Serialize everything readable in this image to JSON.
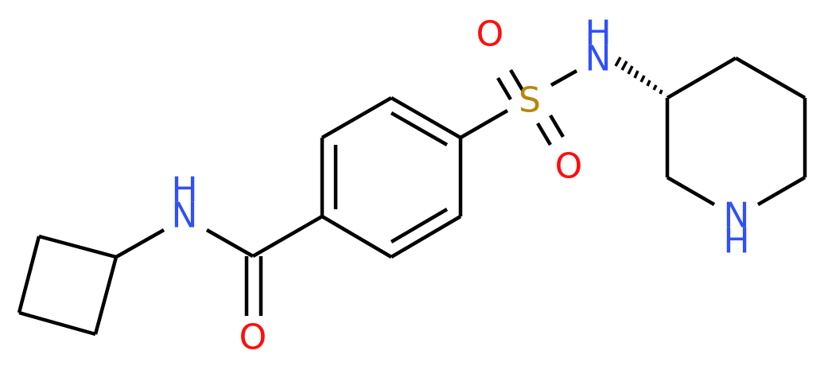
{
  "molecule": {
    "name": "N-cyclobutyl-4-[(3S)-piperidin-3-ylsulfamoyl]benzamide",
    "colors": {
      "bond": "#000000",
      "nitrogen": "#3050F8",
      "oxygen": "#FF0D0D",
      "sulfur": "#B8860B",
      "background": "#FFFFFF"
    },
    "atoms": {
      "amide_n": "N",
      "amide_h": "H",
      "carbonyl_o": "O",
      "sulfur": "S",
      "sulfonyl_o_top": "O",
      "sulfonyl_o_bottom": "O",
      "sulfonamide_n": "N",
      "sulfonamide_h": "H",
      "piperidine_n": "N",
      "piperidine_h": "H"
    }
  }
}
